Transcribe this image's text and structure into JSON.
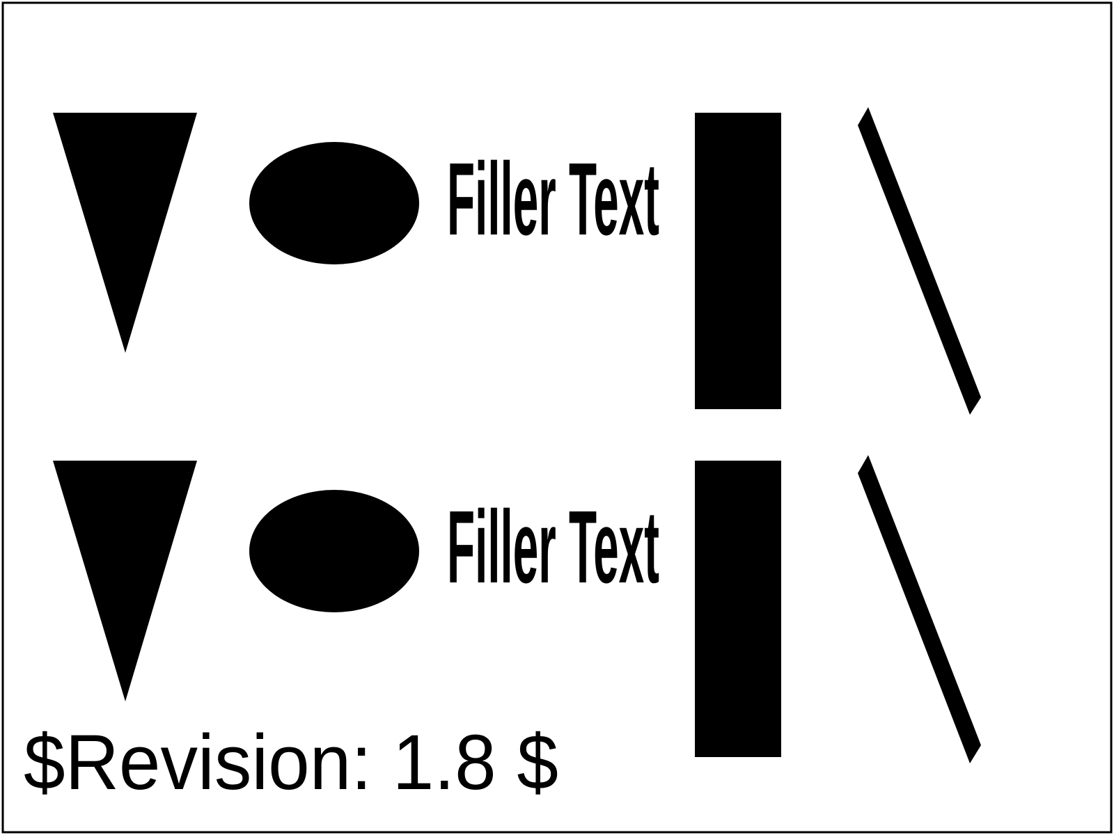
{
  "colors": {
    "ink": "#000000",
    "background": "#ffffff"
  },
  "rows": [
    {
      "label": "Filler Text"
    },
    {
      "label": "Filler Text"
    }
  ],
  "footer": {
    "revision": "$Revision: 1.8 $"
  }
}
